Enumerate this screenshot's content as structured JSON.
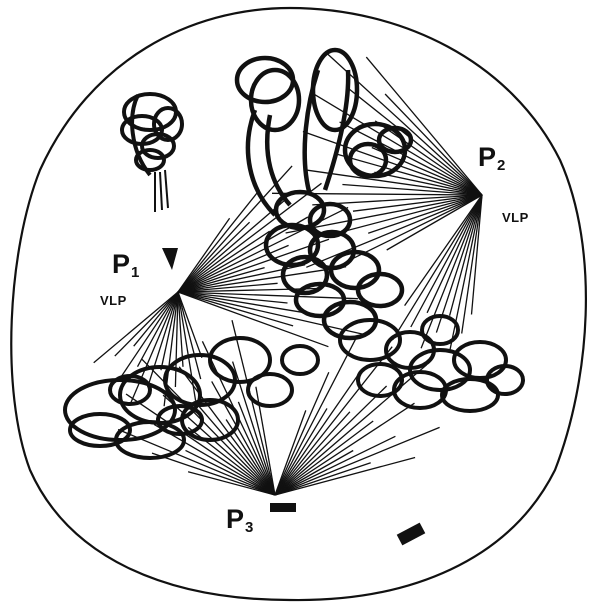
{
  "labels": {
    "p1_main": "P",
    "p1_sub": "1",
    "p2_main": "P",
    "p2_sub": "2",
    "p3_main": "P",
    "p3_sub": "3",
    "vlp_left": "VLP",
    "vlp_right": "VLP"
  },
  "colors": {
    "ink": "#111111",
    "paper": "#ffffff"
  }
}
